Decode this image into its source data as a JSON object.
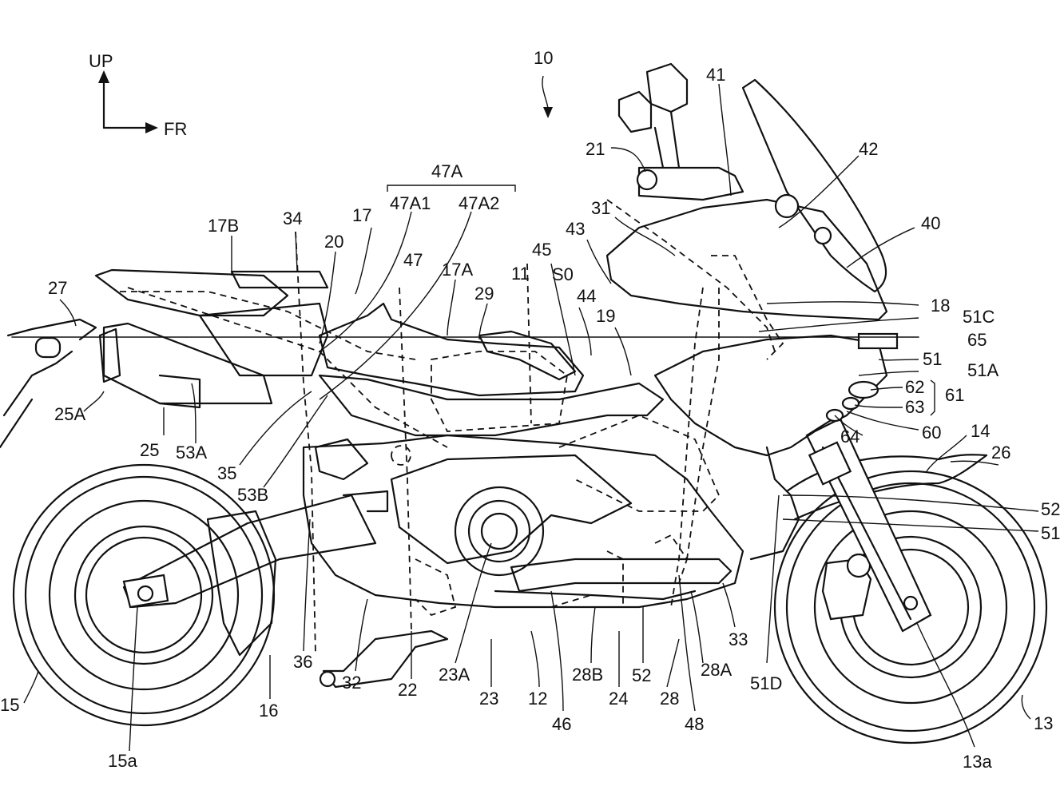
{
  "figure": {
    "axes": {
      "up": "UP",
      "front": "FR"
    },
    "callouts": [
      {
        "id": "10",
        "text": "10"
      },
      {
        "id": "47A",
        "text": "47A"
      },
      {
        "id": "47A1",
        "text": "47A1"
      },
      {
        "id": "47A2",
        "text": "47A2"
      },
      {
        "id": "41",
        "text": "41"
      },
      {
        "id": "21",
        "text": "21"
      },
      {
        "id": "42",
        "text": "42"
      },
      {
        "id": "17B",
        "text": "17B"
      },
      {
        "id": "34",
        "text": "34"
      },
      {
        "id": "17",
        "text": "17"
      },
      {
        "id": "31",
        "text": "31"
      },
      {
        "id": "40",
        "text": "40"
      },
      {
        "id": "27",
        "text": "27"
      },
      {
        "id": "20",
        "text": "20"
      },
      {
        "id": "47",
        "text": "47"
      },
      {
        "id": "43",
        "text": "43"
      },
      {
        "id": "45",
        "text": "45"
      },
      {
        "id": "17A",
        "text": "17A"
      },
      {
        "id": "11",
        "text": "11"
      },
      {
        "id": "S0",
        "text": "S0"
      },
      {
        "id": "29",
        "text": "29"
      },
      {
        "id": "44",
        "text": "44"
      },
      {
        "id": "18",
        "text": "18"
      },
      {
        "id": "19",
        "text": "19"
      },
      {
        "id": "51C",
        "text": "51C"
      },
      {
        "id": "65",
        "text": "65"
      },
      {
        "id": "51",
        "text": "51"
      },
      {
        "id": "51A",
        "text": "51A"
      },
      {
        "id": "62",
        "text": "62"
      },
      {
        "id": "61",
        "text": "61"
      },
      {
        "id": "63",
        "text": "63"
      },
      {
        "id": "25A",
        "text": "25A"
      },
      {
        "id": "60",
        "text": "60"
      },
      {
        "id": "64",
        "text": "64"
      },
      {
        "id": "14",
        "text": "14"
      },
      {
        "id": "25",
        "text": "25"
      },
      {
        "id": "53A",
        "text": "53A"
      },
      {
        "id": "26",
        "text": "26"
      },
      {
        "id": "35",
        "text": "35"
      },
      {
        "id": "53B",
        "text": "53B"
      },
      {
        "id": "52a",
        "text": "52"
      },
      {
        "id": "51b",
        "text": "51"
      },
      {
        "id": "33",
        "text": "33"
      },
      {
        "id": "36",
        "text": "36"
      },
      {
        "id": "23A",
        "text": "23A"
      },
      {
        "id": "28B",
        "text": "28B"
      },
      {
        "id": "52b",
        "text": "52"
      },
      {
        "id": "28A",
        "text": "28A"
      },
      {
        "id": "51D",
        "text": "51D"
      },
      {
        "id": "32",
        "text": "32"
      },
      {
        "id": "22",
        "text": "22"
      },
      {
        "id": "23",
        "text": "23"
      },
      {
        "id": "12",
        "text": "12"
      },
      {
        "id": "24",
        "text": "24"
      },
      {
        "id": "28",
        "text": "28"
      },
      {
        "id": "15",
        "text": "15"
      },
      {
        "id": "16",
        "text": "16"
      },
      {
        "id": "46",
        "text": "46"
      },
      {
        "id": "48",
        "text": "48"
      },
      {
        "id": "13",
        "text": "13"
      },
      {
        "id": "15a",
        "text": "15a"
      },
      {
        "id": "13a",
        "text": "13a"
      }
    ]
  }
}
